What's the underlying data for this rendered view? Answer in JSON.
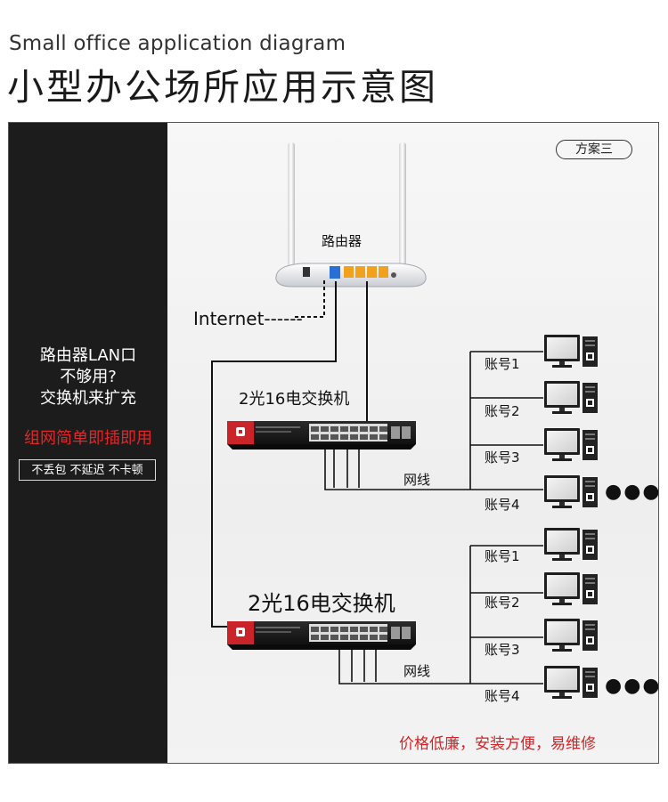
{
  "title_en": "Small office application diagram",
  "title_zh": "小型办公场所应用示意图",
  "plan_tag": "方案三",
  "left_panel": {
    "question_line1": "路由器LAN口",
    "question_line2": "不够用?",
    "question_line3": "交换机来扩充",
    "highlight": "组网简单即插即用",
    "features": "不丢包 不延迟 不卡顿"
  },
  "router_label": "路由器",
  "internet_label": "Internet------",
  "switch1_label": "2光16电交换机",
  "switch2_label": "2光16电交换机",
  "cable_label_1": "网线",
  "cable_label_2": "网线",
  "group1_accounts": [
    "账号1",
    "账号2",
    "账号3",
    "账号4"
  ],
  "group2_accounts": [
    "账号1",
    "账号2",
    "账号3",
    "账号4"
  ],
  "more_indicator": "●●●",
  "bottom_note": "价格低廉，安装方便，易维修",
  "colors": {
    "left_panel_bg": "#1c1c1c",
    "accent_red": "#e0272a",
    "switch_red": "#c8242a",
    "port_orange": "#f0a21c",
    "port_blue": "#2a6fd6"
  }
}
